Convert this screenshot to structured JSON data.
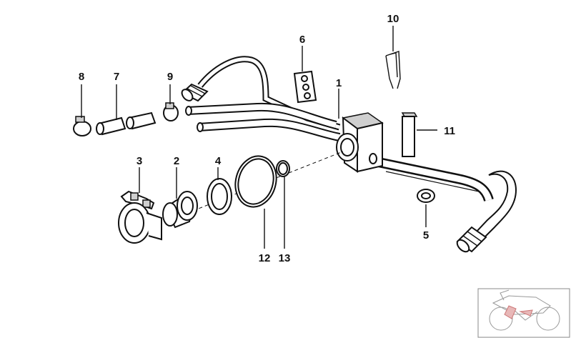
{
  "diagram": {
    "callouts": {
      "c1": "1",
      "c2": "2",
      "c3": "3",
      "c4": "4",
      "c5": "5",
      "c6": "6",
      "c7": "7",
      "c8": "8",
      "c9": "9",
      "c10": "10",
      "c11": "11",
      "c12": "12",
      "c13": "13"
    }
  },
  "colors": {
    "line": "#111111",
    "background": "#ffffff",
    "shade": "#cfcfcf"
  },
  "icons": {
    "thumbnail": "motorcycle-thumbnail-icon"
  }
}
